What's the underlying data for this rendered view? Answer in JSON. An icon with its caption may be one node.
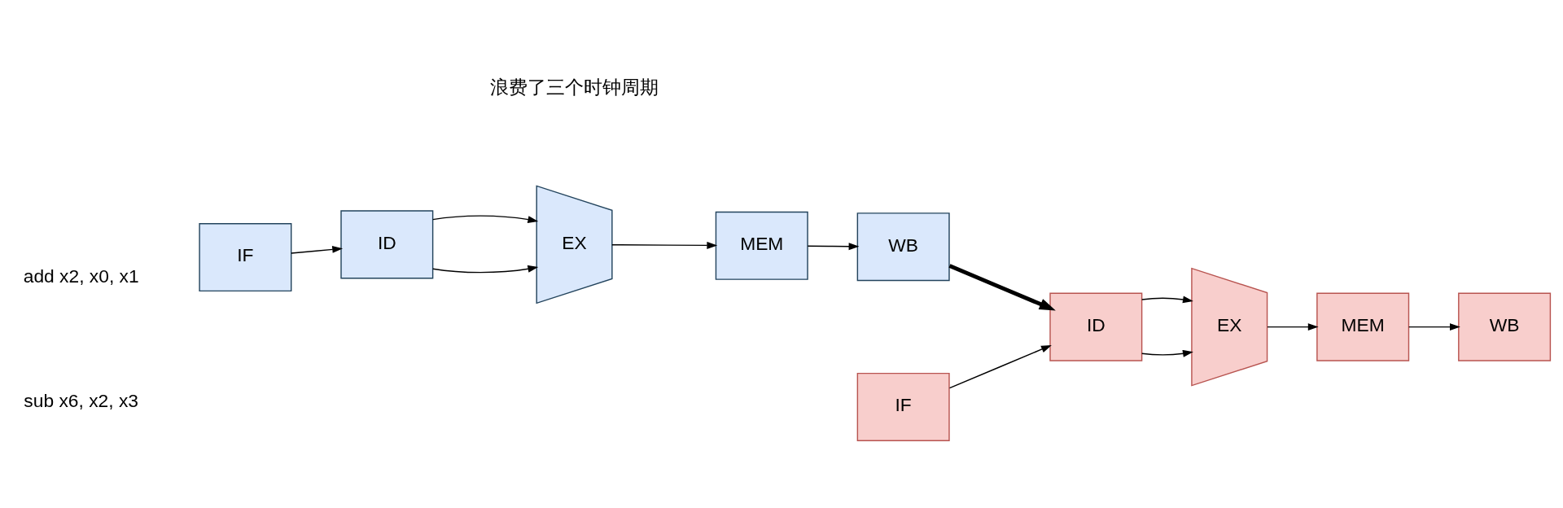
{
  "diagram": {
    "nodes": [
      {
        "text": [
          "IF"
        ]
      },
      {
        "text": [
          "ID"
        ]
      },
      {
        "text": [
          "EX"
        ]
      },
      {
        "text": [
          "MEM"
        ]
      },
      {
        "text": [
          "WB"
        ]
      },
      {
        "text": [
          "IF"
        ]
      },
      {
        "text": [
          "ID"
        ]
      },
      {
        "text": [
          "EX"
        ]
      },
      {
        "text": [
          "MEM"
        ]
      },
      {
        "text": [
          "WB"
        ]
      }
    ],
    "edges": [
      {
        "from": 0,
        "to": 1,
        "arrow": "to"
      },
      {
        "from": 1,
        "to": 2,
        "arrow": "to"
      },
      {
        "from": 1,
        "to": 2,
        "arrow": "to"
      },
      {
        "from": 2,
        "to": 3,
        "arrow": "to"
      },
      {
        "from": 3,
        "to": 4,
        "arrow": "to"
      },
      {
        "from": 4,
        "to": 6,
        "arrow": "to",
        "style": "thick"
      },
      {
        "from": 5,
        "to": 6,
        "arrow": "to"
      },
      {
        "from": 6,
        "to": 7,
        "arrow": "to"
      },
      {
        "from": 6,
        "to": 7,
        "arrow": "to"
      },
      {
        "from": 7,
        "to": 8,
        "arrow": "to"
      },
      {
        "from": 8,
        "to": 9,
        "arrow": "to"
      }
    ],
    "labels": [
      "add x2, x0, x1",
      "sub x6, x2, x3",
      "浪费了三个时钟周期"
    ]
  }
}
